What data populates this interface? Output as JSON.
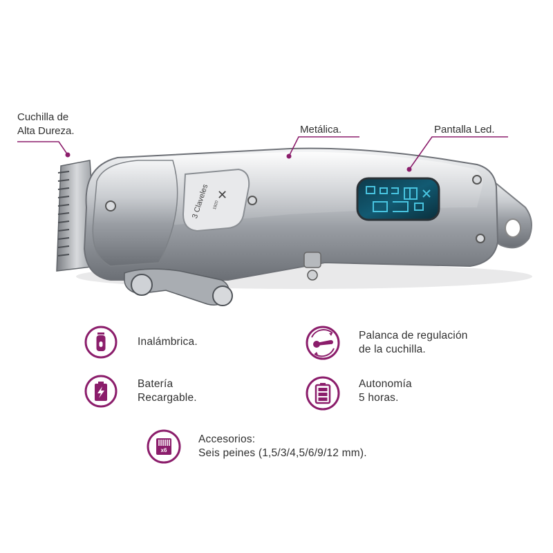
{
  "brand": {
    "logo_text": "3 Claveles",
    "logo_year": "1920"
  },
  "callouts": {
    "blade": [
      "Cuchilla de",
      "Alta Dureza."
    ],
    "metal": "Metálica.",
    "display": "Pantalla Led."
  },
  "features": [
    {
      "icon": "clipper-icon",
      "lines": [
        "Inalámbrica."
      ]
    },
    {
      "icon": "lever-adjust-icon",
      "lines": [
        "Palanca de regulación",
        "de la cuchilla."
      ]
    },
    {
      "icon": "battery-charge-icon",
      "lines": [
        "Batería",
        "Recargable."
      ]
    },
    {
      "icon": "battery-full-icon",
      "lines": [
        "Autonomía",
        "5 horas."
      ]
    },
    {
      "icon": "comb-icon",
      "badge": "x6",
      "lines": [
        "Accesorios:",
        "Seis peines (1,5/3/4,5/6/9/12 mm)."
      ]
    }
  ],
  "colors": {
    "accent": "#8b1d6b",
    "display_glow": "#2fb6d8"
  }
}
